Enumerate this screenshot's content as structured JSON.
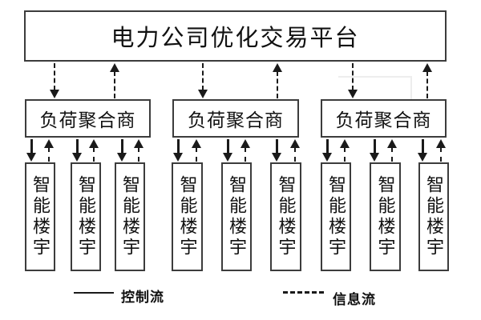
{
  "figure": {
    "platform": {
      "label": "电力公司优化交易平台"
    },
    "aggregators": [
      {
        "label": "负荷聚合商"
      },
      {
        "label": "负荷聚合商"
      },
      {
        "label": "负荷聚合商"
      }
    ],
    "buildings": [
      {
        "label": "智能楼宇"
      },
      {
        "label": "智能楼宇"
      },
      {
        "label": "智能楼宇"
      },
      {
        "label": "智能楼宇"
      },
      {
        "label": "智能楼宇"
      },
      {
        "label": "智能楼宇"
      },
      {
        "label": "智能楼宇"
      },
      {
        "label": "智能楼宇"
      },
      {
        "label": "智能楼宇"
      }
    ],
    "flows": {
      "platform_aggregator": {
        "type": "信息流",
        "style": "dashed",
        "bidirectional": true
      },
      "aggregator_building_down": {
        "type": "控制流",
        "style": "solid",
        "direction": "down"
      },
      "aggregator_building_up": {
        "type": "信息流",
        "style": "dashed",
        "direction": "up"
      }
    }
  },
  "legend": {
    "control": {
      "label": "控制流",
      "line_style": "solid"
    },
    "info": {
      "label": "信息流",
      "line_style": "dashed"
    }
  },
  "colors": {
    "line": "#1a1a1a",
    "box_border": "#3c3c3c",
    "text": "#111111",
    "background": "#ffffff",
    "artifact": "#ededed"
  }
}
